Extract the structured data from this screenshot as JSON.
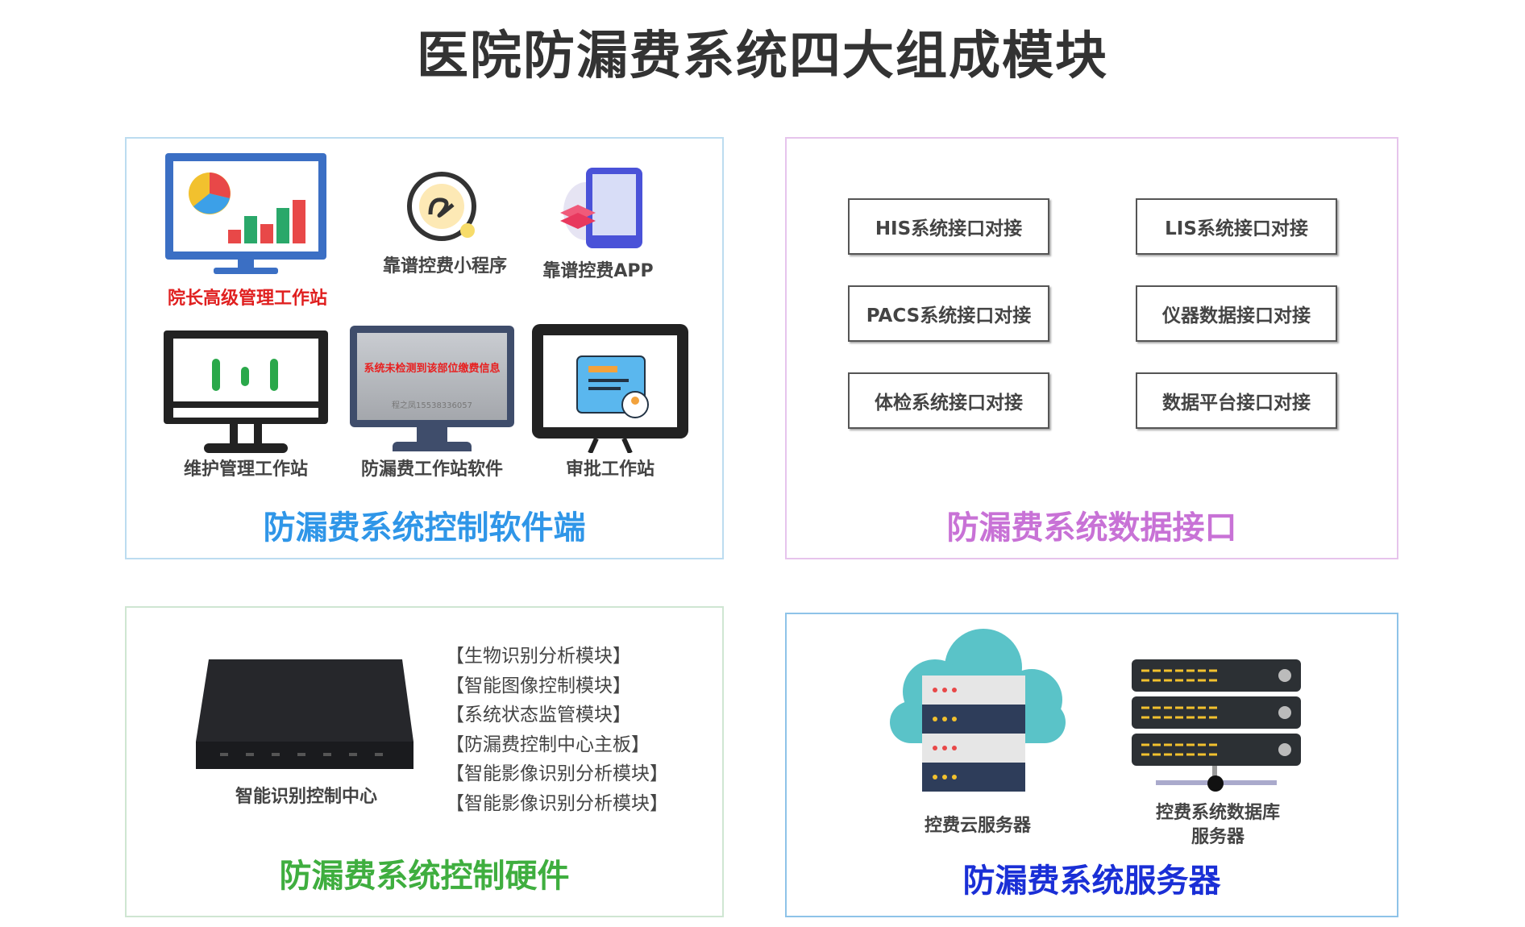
{
  "title": "医院防漏费系统四大组成模块",
  "software": {
    "heading": "防漏费系统控制软件端",
    "items": [
      "院长高级管理工作站",
      "靠谱控费小程序",
      "靠谱控费APP",
      "维护管理工作站",
      "防漏费工作站软件",
      "审批工作站"
    ],
    "screen_alert": "系统未检测到该部位缴费信息",
    "screen_caption": "程之凤15538336057"
  },
  "interfaces": {
    "heading": "防漏费系统数据接口",
    "items": [
      "HIS系统接口对接",
      "LIS系统接口对接",
      "PACS系统接口对接",
      "仪器数据接口对接",
      "体检系统接口对接",
      "数据平台接口对接"
    ]
  },
  "hardware": {
    "heading": "防漏费系统控制硬件",
    "device": "智能识别控制中心",
    "modules": [
      "【生物识别分析模块】",
      "【智能图像控制模块】",
      "【系统状态监管模块】",
      "【防漏费控制中心主板】",
      "【智能影像识别分析模块】",
      "【智能影像识别分析模块】"
    ]
  },
  "servers": {
    "heading": "防漏费系统服务器",
    "cloud": "控费云服务器",
    "db_line1": "控费系统数据库",
    "db_line2": "服务器"
  },
  "colors": {
    "software": "#2f96e8",
    "interfaces": "#c872d6",
    "hardware": "#3fae3f",
    "servers": "#1a2fd6",
    "red": "#e02020"
  }
}
